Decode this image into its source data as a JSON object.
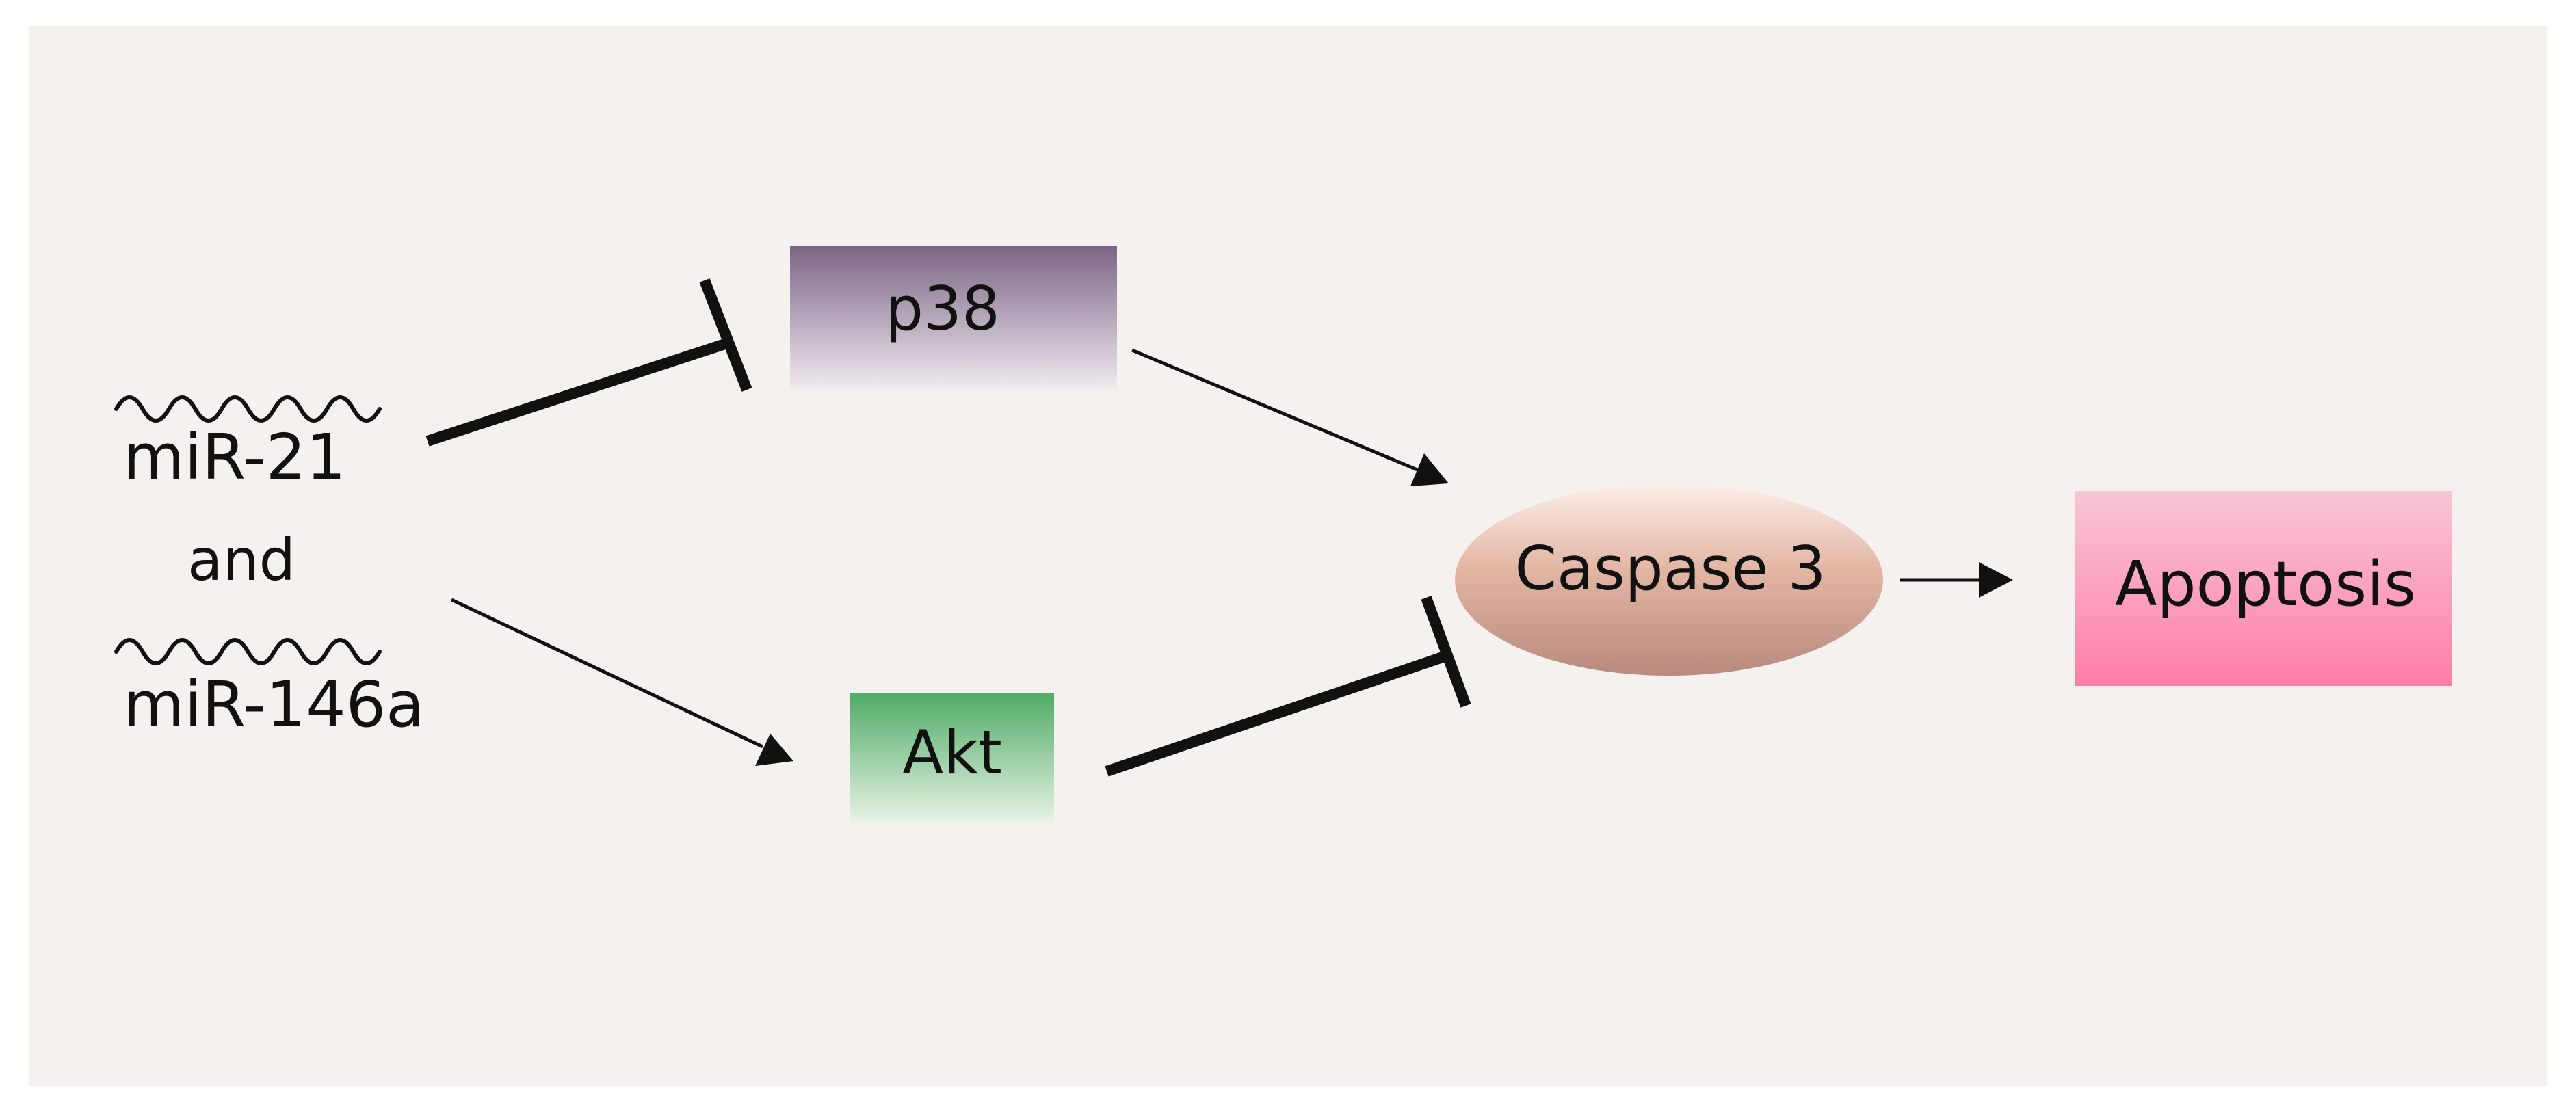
{
  "colors": {
    "canvas": "#f5f1ef",
    "ink": "#111111",
    "p38_top": "#7b6585",
    "p38_bottom": "#f1ebf1",
    "akt_top": "#4fab66",
    "akt_bottom": "#e8f3e6",
    "caspase_top": "#fbeee8",
    "caspase_mid": "#e3b5a3",
    "caspase_bottom": "#b88a7d",
    "apoptosis_top": "#f8c6d7",
    "apoptosis_bottom": "#ff7ea6"
  },
  "nodes": {
    "mir21": "miR-21",
    "conjunction": "and",
    "mir146a": "miR-146a",
    "p38": "p38",
    "akt": "Akt",
    "caspase3": "Caspase 3",
    "apoptosis": "Apoptosis"
  },
  "edges": [
    {
      "from": "miR-21 and miR-146a",
      "to": "p38",
      "kind": "inhibition"
    },
    {
      "from": "miR-21 and miR-146a",
      "to": "Akt",
      "kind": "activation"
    },
    {
      "from": "p38",
      "to": "Caspase 3",
      "kind": "activation"
    },
    {
      "from": "Akt",
      "to": "Caspase 3",
      "kind": "inhibition"
    },
    {
      "from": "Caspase 3",
      "to": "Apoptosis",
      "kind": "activation"
    }
  ]
}
